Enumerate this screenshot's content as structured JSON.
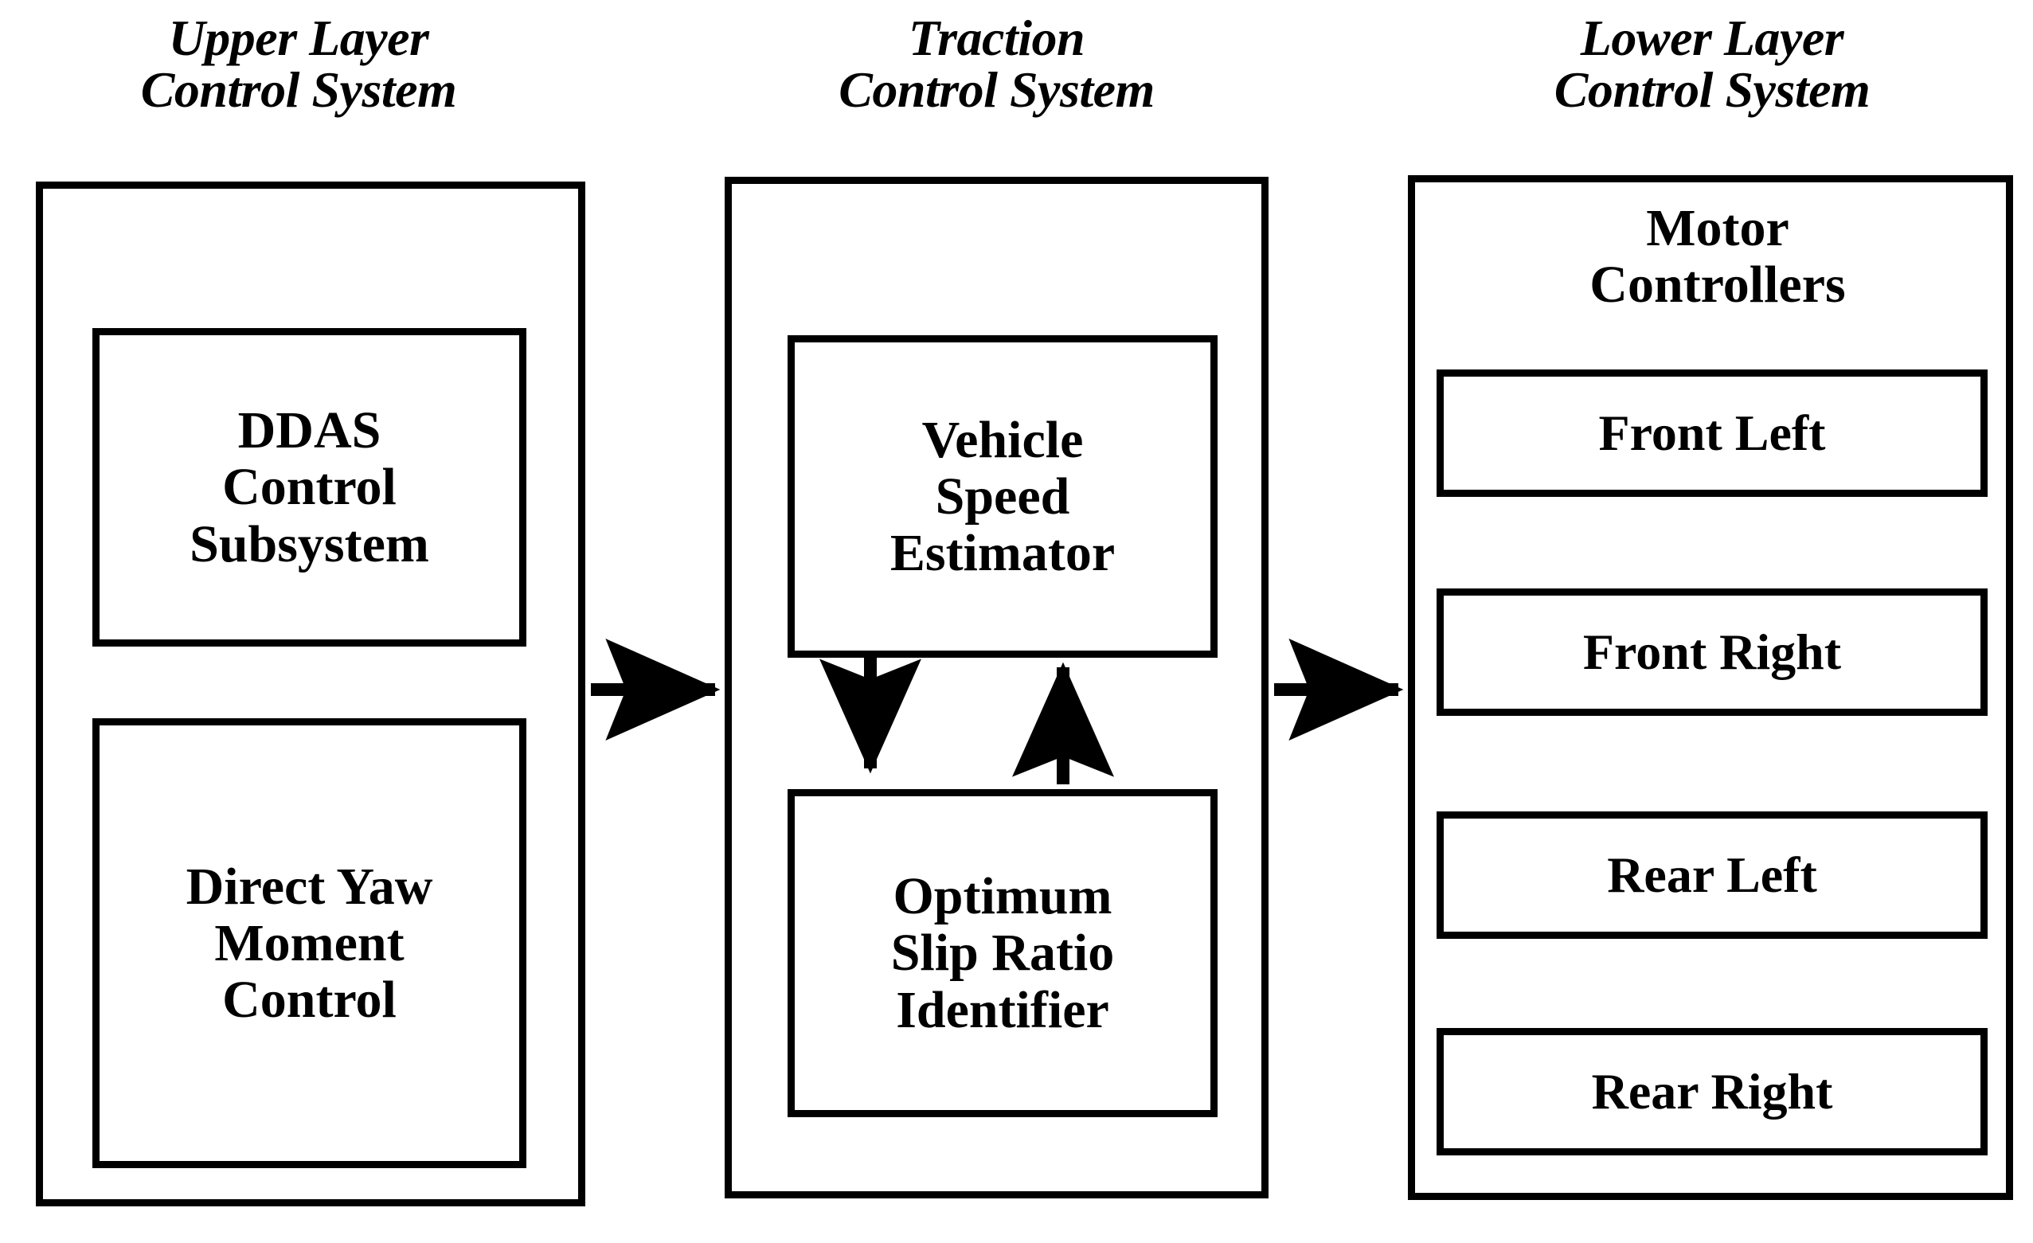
{
  "diagram": {
    "title_note": "Hierarchical vehicle control system block diagram",
    "columns": [
      {
        "id": "upper-layer",
        "title": "Upper Layer\nControl System",
        "blocks": [
          {
            "id": "ddas",
            "label": "DDAS\nControl\nSubsystem"
          },
          {
            "id": "dymc",
            "label": "Direct Yaw\nMoment\nControl"
          }
        ]
      },
      {
        "id": "traction",
        "title": "Traction\nControl System",
        "blocks": [
          {
            "id": "vse",
            "label": "Vehicle\nSpeed\nEstimator"
          },
          {
            "id": "osri",
            "label": "Optimum\nSlip Ratio\nIdentifier"
          }
        ]
      },
      {
        "id": "lower-layer",
        "title": "Lower Layer\nControl System",
        "heading": "Motor\nControllers",
        "blocks": [
          {
            "id": "front-left",
            "label": "Front Left"
          },
          {
            "id": "front-right",
            "label": "Front Right"
          },
          {
            "id": "rear-left",
            "label": "Rear Left"
          },
          {
            "id": "rear-right",
            "label": "Rear Right"
          }
        ]
      }
    ],
    "arrows": [
      {
        "id": "upper-to-traction",
        "direction": "right",
        "from": "upper-layer",
        "to": "traction"
      },
      {
        "id": "vse-to-osri",
        "direction": "down",
        "from": "vse",
        "to": "osri"
      },
      {
        "id": "osri-to-vse",
        "direction": "up",
        "from": "osri",
        "to": "vse"
      },
      {
        "id": "traction-to-lower",
        "direction": "right",
        "from": "traction",
        "to": "lower-layer"
      }
    ],
    "colors": {
      "stroke": "#000000",
      "background": "#ffffff",
      "text": "#000000"
    }
  }
}
